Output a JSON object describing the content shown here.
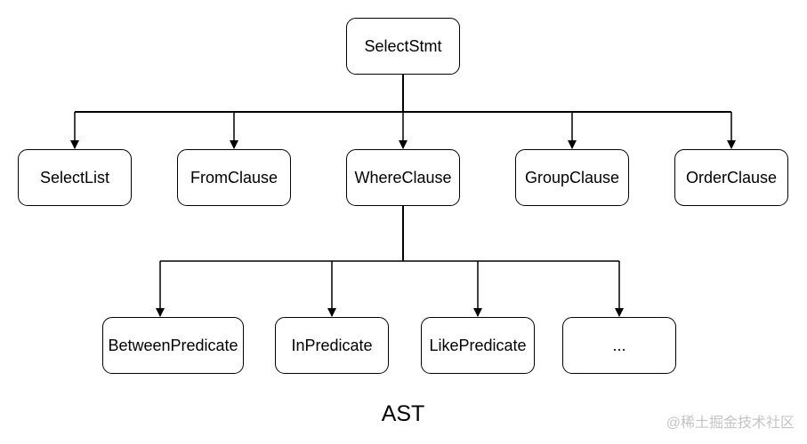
{
  "diagram": {
    "root": "SelectStmt",
    "level1": [
      "SelectList",
      "FromClause",
      "WhereClause",
      "GroupClause",
      "OrderClause"
    ],
    "level2": [
      "BetweenPredicate",
      "InPredicate",
      "LikePredicate",
      "..."
    ],
    "caption": "AST"
  },
  "watermark": "@稀土掘金技术社区",
  "colors": {
    "stroke": "#000000",
    "background": "#ffffff",
    "watermark": "#c4c4c4"
  }
}
